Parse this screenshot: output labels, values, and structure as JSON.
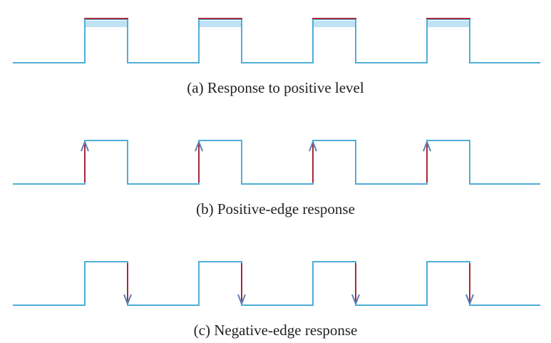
{
  "colors": {
    "waveform": "#4faed6",
    "level_fill": "#bfe2f5",
    "marker": "#a8283a",
    "arrow_blue": "#5a7fb8",
    "caption_text": "#222222"
  },
  "panels": [
    {
      "id": "a",
      "caption": "(a) Response to positive level",
      "marker_type": "level",
      "pulse_count": 4
    },
    {
      "id": "b",
      "caption": "(b) Positive-edge response",
      "marker_type": "rising-edge-arrow",
      "pulse_count": 4
    },
    {
      "id": "c",
      "caption": "(c) Negative-edge response",
      "marker_type": "falling-edge-arrow",
      "pulse_count": 4
    }
  ]
}
